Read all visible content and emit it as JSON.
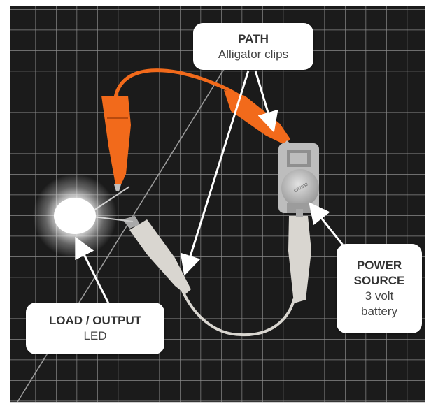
{
  "callouts": {
    "path": {
      "title": "PATH",
      "subtitle": "Alligator clips"
    },
    "power": {
      "title_line1": "POWER",
      "title_line2": "SOURCE",
      "detail_line1": "3 volt",
      "detail_line2": "battery"
    },
    "load": {
      "title": "LOAD / OUTPUT",
      "subtitle": "LED"
    }
  },
  "colors": {
    "background_grid": "#1b1b1b",
    "grid_line": "#8a8a8a",
    "clip_orange": "#f26a1b",
    "clip_white": "#d9d6d0",
    "holder_gray": "#bdbdbd",
    "battery_silver": "#c9c9c9",
    "led_glow": "#ffffff",
    "callout_bg": "#ffffff",
    "callout_text": "#333333"
  }
}
